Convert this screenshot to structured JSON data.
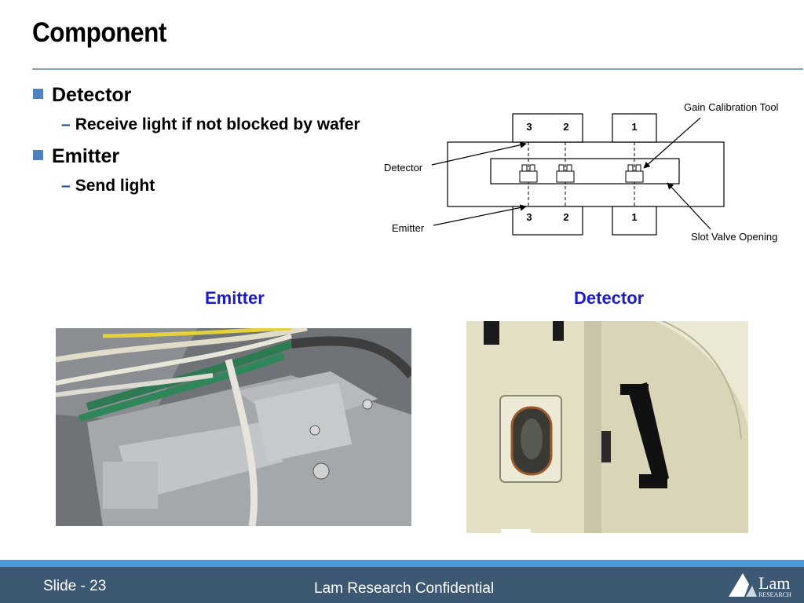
{
  "slide": {
    "title": "Component",
    "bullets": [
      {
        "label": "Detector",
        "sub": "Receive light if not blocked by wafer"
      },
      {
        "label": "Emitter",
        "sub": "Send light"
      }
    ]
  },
  "diagram": {
    "top_slots": [
      "3",
      "2",
      "1"
    ],
    "bottom_slots": [
      "3",
      "2",
      "1"
    ],
    "labels": {
      "detector": "Detector",
      "emitter": "Emitter",
      "gain_tool": "Gain Calibration Tool",
      "slot_valve": "Slot Valve Opening"
    }
  },
  "photos": {
    "emitter_caption": "Emitter",
    "detector_caption": "Detector"
  },
  "footer": {
    "slide_number": "Slide - 23",
    "confidential": "Lam Research Confidential",
    "logo_main": "Lam",
    "logo_sub": "RESEARCH"
  },
  "colors": {
    "bullet": "#4f81bd",
    "caption": "#1a1acf",
    "footer_bg": "#3d5873",
    "footer_band": "#4b9bd9"
  }
}
